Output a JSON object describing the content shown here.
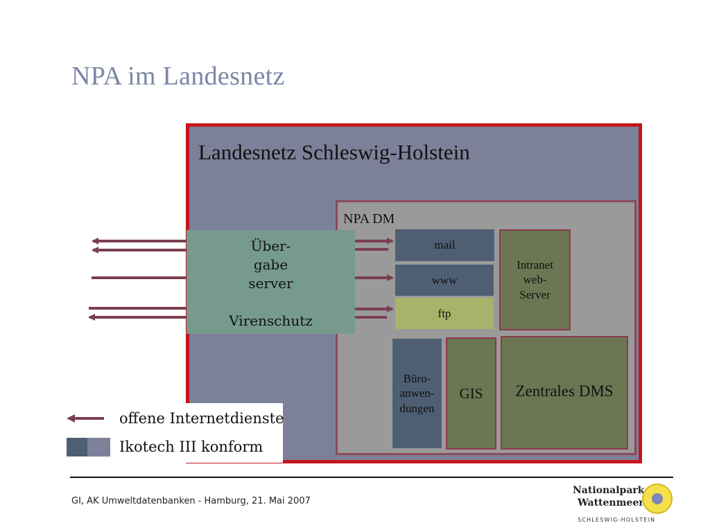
{
  "slide": {
    "title": "NPA im Landesnetz"
  },
  "diagram": {
    "landesnetz_title": "Landesnetz Schleswig-Holstein",
    "npa_dm_label": "NPA DM",
    "uebergabe": {
      "line1": "Über-",
      "line2": "gabe",
      "line3": "server",
      "line4": "Virenschutz"
    },
    "services": {
      "mail": "mail",
      "www": "www",
      "ftp": "ftp"
    },
    "intranet": {
      "line1": "Intranet",
      "line2": "web-",
      "line3": "Server"
    },
    "buero": {
      "line1": "Büro-",
      "line2": "anwen-",
      "line3": "dungen"
    },
    "gis": "GIS",
    "dms": "Zentrales DMS"
  },
  "legend": {
    "item1": "offene Internetdienste",
    "item2": "Ikotech III konform"
  },
  "footer": {
    "text": "GI, AK Umweltdatenbanken - Hamburg, 21. Mai 2007"
  },
  "logo": {
    "line1": "Nationalpark",
    "line2": "Wattenmeer",
    "line3": "SCHLESWIG-HOLSTEIN"
  },
  "colors": {
    "landesnetz_fill": "#7c8199",
    "landesnetz_border": "#c4161c",
    "arrow": "#7a3f50",
    "uebergabe_fill": "#779a8f",
    "service_blue": "#4f5f73",
    "ftp_green": "#a9b26a",
    "olive": "#6c7653"
  }
}
